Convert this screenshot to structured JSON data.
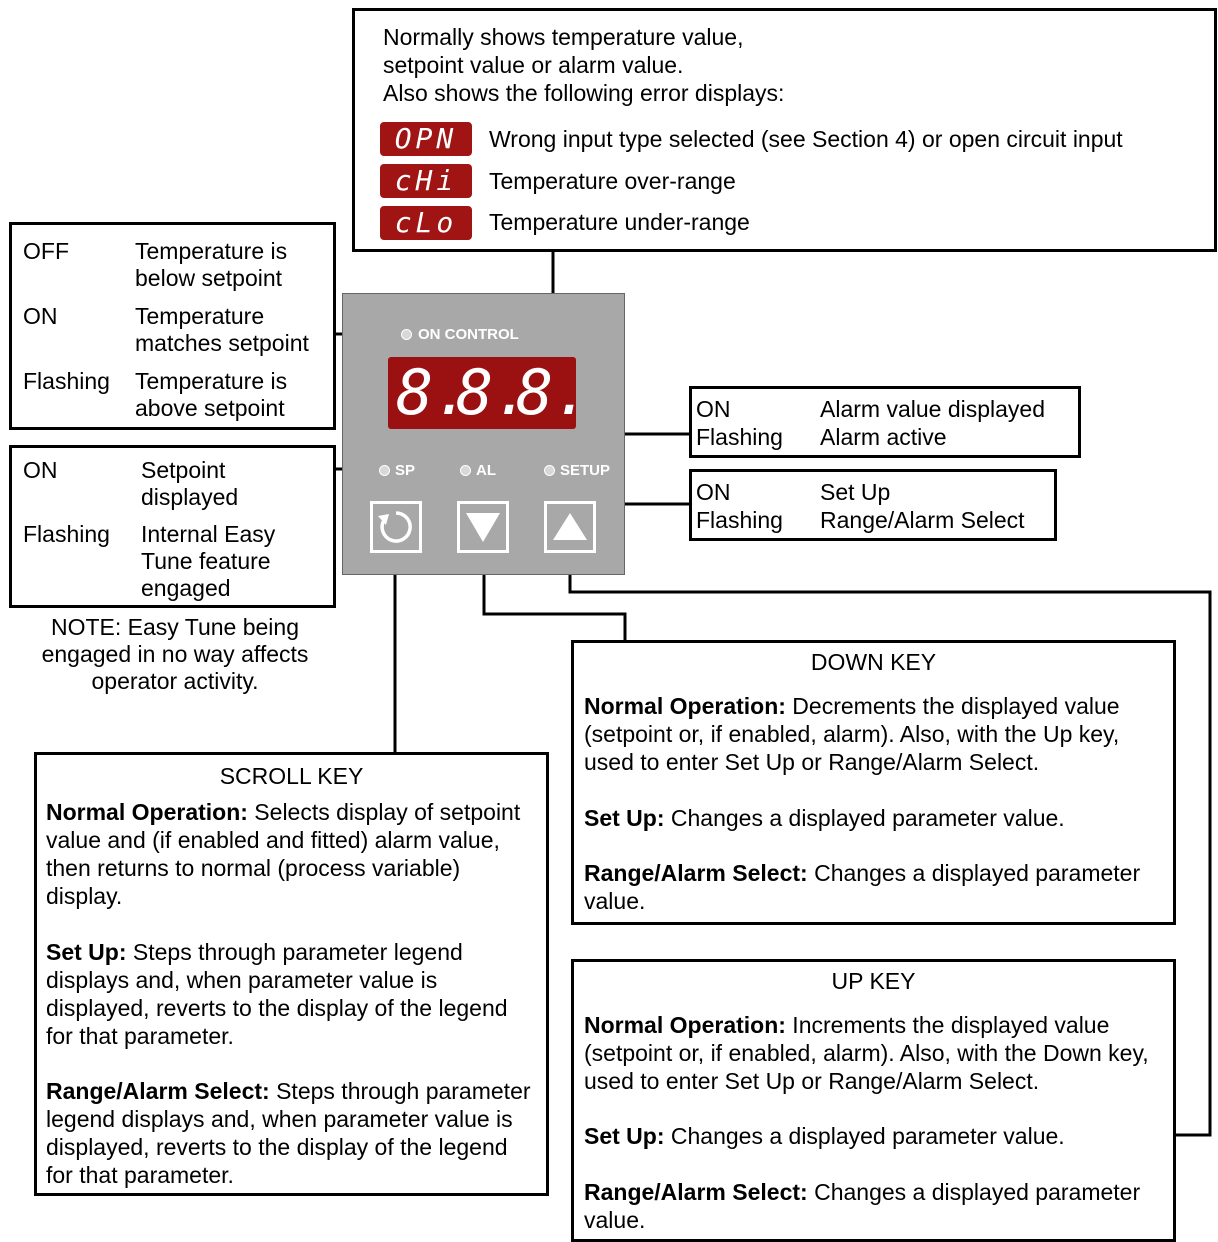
{
  "top_box": {
    "line1": "Normally shows temperature value,",
    "line2": "setpoint value or alarm value.",
    "line3": "Also shows the following error displays:",
    "errors": [
      {
        "code": "OPN",
        "desc": "Wrong input type selected (see Section 4) or open circuit input"
      },
      {
        "code": "cHi",
        "desc": "Temperature over-range"
      },
      {
        "code": "cLo",
        "desc": "Temperature under-range"
      }
    ]
  },
  "on_control_box": {
    "rows": [
      {
        "state": "OFF",
        "desc": "Temperature is\nbelow setpoint"
      },
      {
        "state": "ON",
        "desc": "Temperature\nmatches setpoint"
      },
      {
        "state": "Flashing",
        "desc": "Temperature is\nabove setpoint"
      }
    ]
  },
  "sp_box": {
    "rows": [
      {
        "state": "ON",
        "desc": "Setpoint\ndisplayed"
      },
      {
        "state": "Flashing",
        "desc": "Internal Easy\nTune feature\nengaged"
      }
    ],
    "note": "NOTE: Easy Tune being\nengaged in no way affects\noperator activity."
  },
  "al_box": {
    "rows": [
      {
        "state": "ON",
        "desc": "Alarm value displayed"
      },
      {
        "state": "Flashing",
        "desc": "Alarm active"
      }
    ]
  },
  "setup_box": {
    "rows": [
      {
        "state": "ON",
        "desc": "Set Up"
      },
      {
        "state": "Flashing",
        "desc": "Range/Alarm Select"
      }
    ]
  },
  "panel": {
    "on_control_label": "ON CONTROL",
    "sp_label": "SP",
    "al_label": "AL",
    "setup_label": "SETUP",
    "display_digits": [
      "8.",
      "8.",
      "8."
    ],
    "colors": {
      "panel": "#a8a8a8",
      "display": "#9b1010"
    }
  },
  "scroll_key": {
    "title": "SCROLL KEY",
    "sections": [
      {
        "head": "Normal Operation:",
        "body": " Selects display of setpoint value and (if enabled and fitted) alarm value, then returns to normal (process variable) display."
      },
      {
        "head": "Set Up:",
        "body": " Steps through parameter legend displays and, when parameter value is displayed, reverts to the display of the legend for that parameter."
      },
      {
        "head": "Range/Alarm Select:",
        "body": " Steps through parameter legend displays and, when parameter value is displayed, reverts to the display of the legend for that parameter."
      }
    ]
  },
  "down_key": {
    "title": "DOWN KEY",
    "sections": [
      {
        "head": "Normal Operation:",
        "body": " Decrements the displayed value (setpoint or, if enabled, alarm). Also, with the Up key, used to enter Set Up or Range/Alarm Select."
      },
      {
        "head": "Set Up:",
        "body": " Changes a displayed parameter value."
      },
      {
        "head": "Range/Alarm Select:",
        "body": " Changes a displayed parameter value."
      }
    ]
  },
  "up_key": {
    "title": "UP KEY",
    "sections": [
      {
        "head": "Normal Operation:",
        "body": " Increments the displayed value (setpoint or, if enabled, alarm). Also, with the Down key, used to enter Set Up or Range/Alarm Select."
      },
      {
        "head": "Set Up:",
        "body": " Changes a displayed parameter value."
      },
      {
        "head": "Range/Alarm Select:",
        "body": " Changes a displayed parameter value."
      }
    ]
  }
}
